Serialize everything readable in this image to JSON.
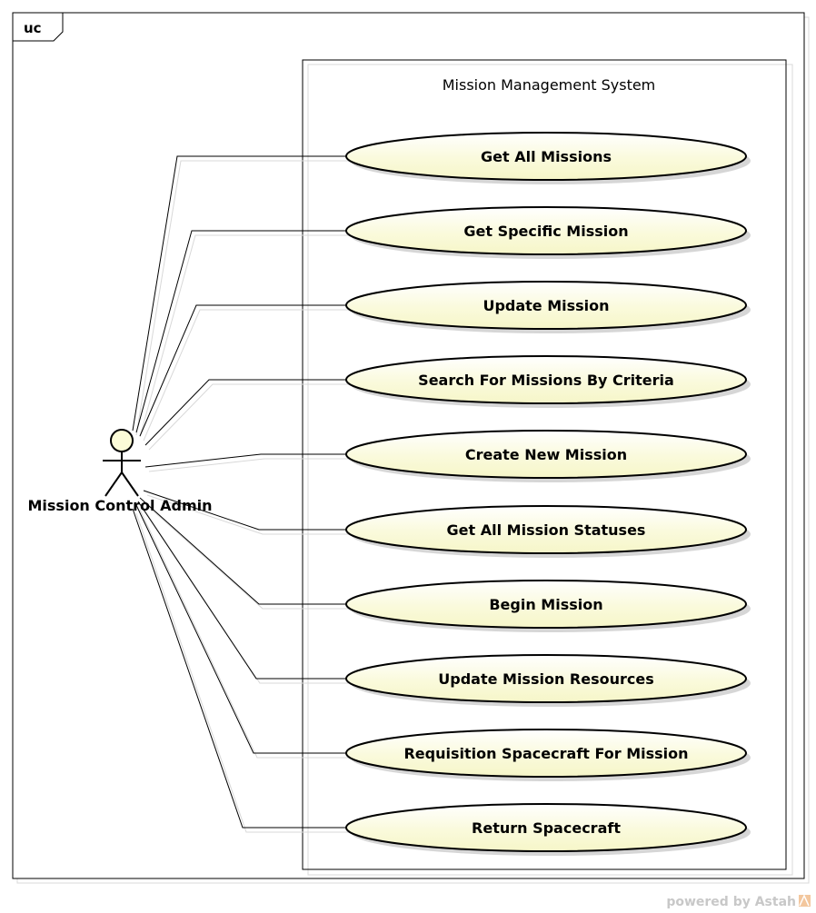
{
  "frame": {
    "tag": "uc"
  },
  "system": {
    "title": "Mission Management System"
  },
  "actor": {
    "name": "Mission Control Admin"
  },
  "use_cases": [
    {
      "label": "Get All Missions"
    },
    {
      "label": "Get Specific Mission"
    },
    {
      "label": "Update Mission"
    },
    {
      "label": "Search For Missions By Criteria"
    },
    {
      "label": "Create New Mission"
    },
    {
      "label": "Get All Mission Statuses"
    },
    {
      "label": "Begin Mission"
    },
    {
      "label": "Update Mission Resources"
    },
    {
      "label": "Requisition Spacecraft For Mission"
    },
    {
      "label": "Return Spacecraft"
    }
  ],
  "footer": {
    "text": "powered by Astah"
  },
  "colors": {
    "use_case_fill": "#fcfcd8",
    "use_case_fill_light": "#ffffff",
    "shadow": "#d6d6d6",
    "line": "#000000",
    "logo": "#f0a868"
  }
}
